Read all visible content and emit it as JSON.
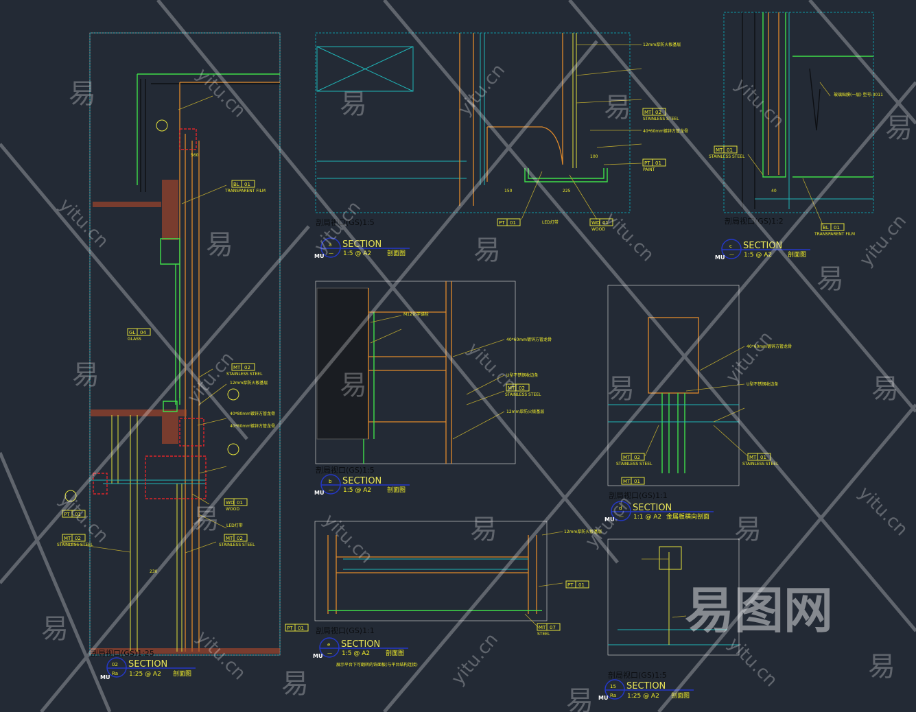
{
  "sections": [
    {
      "id": "02",
      "sheet": "Ra",
      "title": "SECTION",
      "scale": "1:25 @ A2",
      "desc": "剖面图",
      "caption": "剖局视口(GS)1:25",
      "prefix": "MU"
    },
    {
      "id": "a",
      "sheet": "—",
      "title": "SECTION",
      "scale": "1:5 @ A2",
      "desc": "剖面图",
      "caption": "剖局视口(GS)1:5",
      "prefix": "MU"
    },
    {
      "id": "c",
      "sheet": "—",
      "title": "SECTION",
      "scale": "1:5 @ A2",
      "desc": "剖面图",
      "caption": "剖局视口(GS)1:2",
      "prefix": "MU"
    },
    {
      "id": "b",
      "sheet": "—",
      "title": "SECTION",
      "scale": "1:5 @ A2",
      "desc": "剖面图",
      "caption": "剖局视口(GS)1:5",
      "prefix": "MU"
    },
    {
      "id": "d",
      "sheet": "—",
      "title": "SECTION",
      "scale": "1:1 @ A2",
      "desc": "金属板横向剖面",
      "caption": "剖局视口(GS)1:1",
      "prefix": "MU"
    },
    {
      "id": "e",
      "sheet": "—",
      "title": "SECTION",
      "scale": "1:5 @ A2",
      "desc": "剖面图",
      "caption": "剖局视口(GS)1:1",
      "prefix": "MU",
      "note": "展示平台下可翻转的饰面板(与平台结构连接)"
    },
    {
      "id": "15",
      "sheet": "Ra",
      "title": "SECTION",
      "scale": "1:25 @ A2",
      "desc": "剖面图",
      "caption": "剖局视口(GS)1:5",
      "prefix": "MU"
    }
  ],
  "tags": [
    {
      "code": "MT",
      "num": "02",
      "sub": "STAINLESS STEEL"
    },
    {
      "code": "PT",
      "num": "01",
      "sub": "PAINT"
    },
    {
      "code": "WD",
      "num": "01",
      "sub": "WOOD"
    },
    {
      "code": "BL",
      "num": "01",
      "sub": "TRANSPARENT FILM"
    },
    {
      "code": "GL",
      "num": "04",
      "sub": "GLASS"
    },
    {
      "code": "MT",
      "num": "01",
      "sub": "STAINLESS STEEL"
    },
    {
      "code": "MT",
      "num": "07",
      "sub": "STEEL"
    }
  ],
  "notes": {
    "n12mm": "12mm厚防火板基层",
    "n4080": "40*80mm镀锌方管龙骨",
    "n4060": "40*60mm镀锌方管龙骨",
    "led": "LED灯带",
    "m12": "M12化学锚栓",
    "ushape": "U型不锈钢收边条",
    "film": "玻璃贴膜(一层) 型号:3011",
    "dims": {
      "d150": "150",
      "d225": "225",
      "d40": "40",
      "d230": "230",
      "d560": "560",
      "d100": "100"
    }
  },
  "watermark": {
    "char": "易",
    "site": "yitu.cn",
    "brand": "易图网"
  }
}
